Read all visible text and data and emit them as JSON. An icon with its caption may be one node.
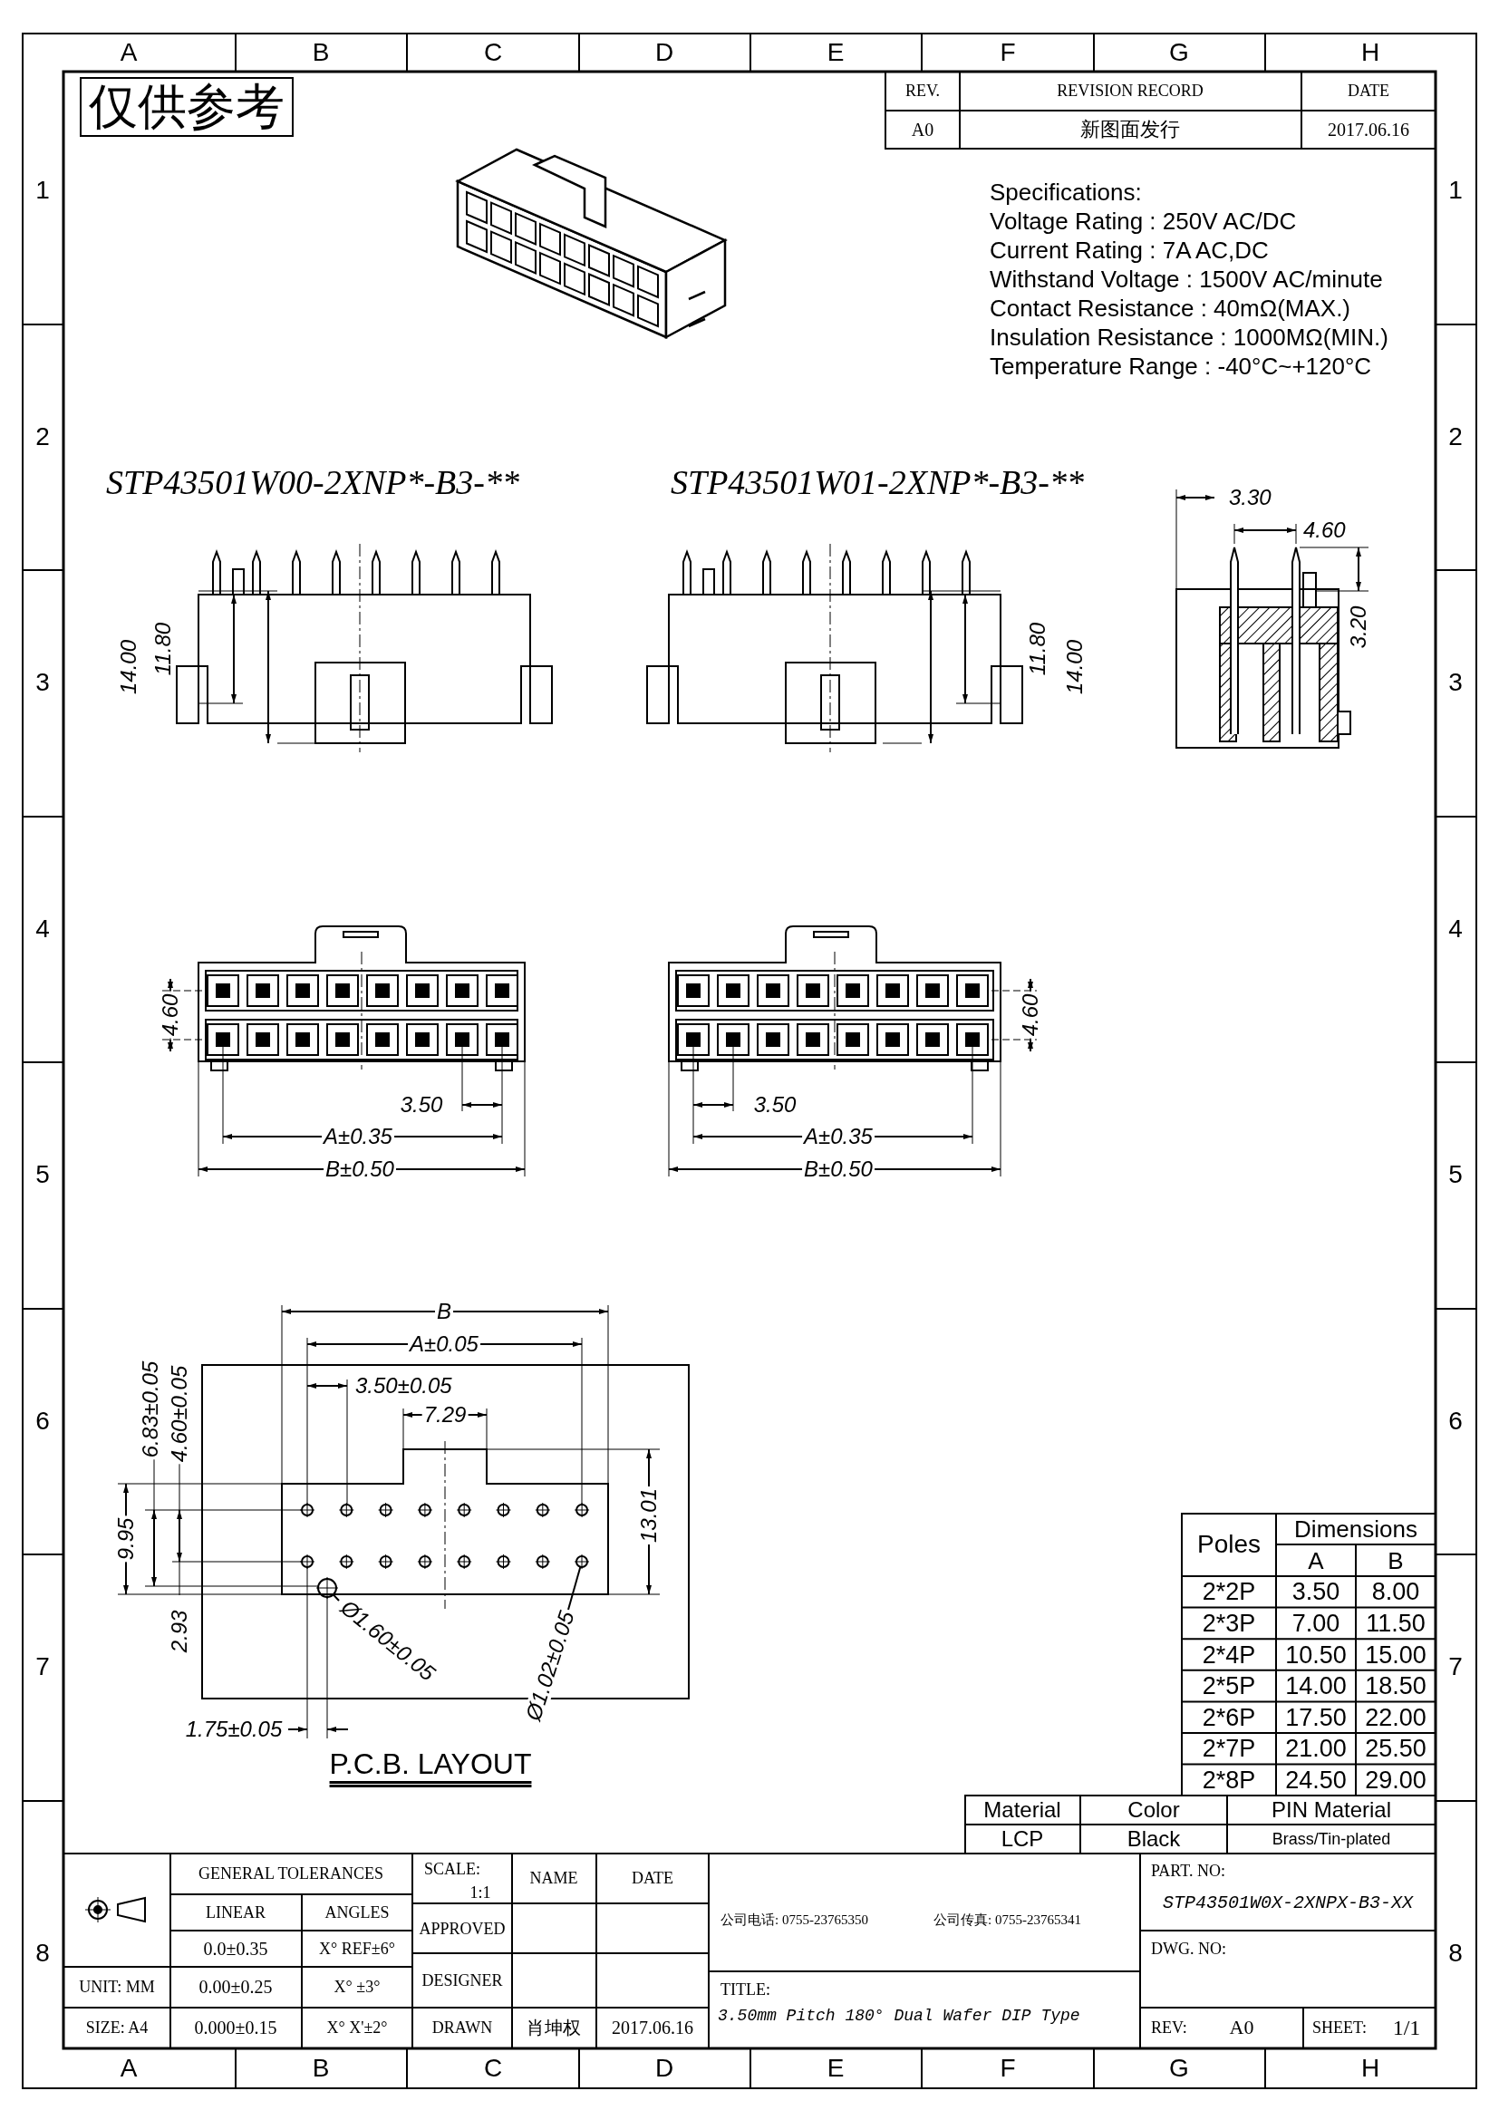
{
  "diagram": {
    "nodes": [
      {
        "text": [
          "Ø1.60±0.05"
        ]
      },
      {
        "text": [],
        "shape": "circle"
      },
      {
        "text": [
          "Ø1.02±0.05"
        ]
      },
      {
        "text": [],
        "shape": "circle"
      }
    ],
    "edges": [
      {
        "from": 0,
        "to": 1,
        "arrow": "none"
      },
      {
        "from": 2,
        "to": 3,
        "arrow": "none"
      }
    ],
    "labels": [
      "A",
      "B",
      "C",
      "D",
      "E",
      "F",
      "G",
      "H",
      "仅供参考",
      "REV.",
      "REVISION RECORD",
      "DATE",
      "A0",
      "新图面发行",
      "2017.06.16",
      "Specifications:",
      "Voltage Rating : 250V AC/DC",
      "Current Rating : 7A AC,DC",
      "Withstand Voltage : 1500V AC/minute",
      "Contact Resistance : 40mΩ(MAX.)",
      "Insulation Resistance : 1000MΩ(MIN.)",
      "Temperature Range : -40°C~+120°C",
      "STP43501W00-2XNP*-B3-**",
      "STP43501W01-2XNP*-B3-**",
      "3.30",
      "4.60",
      "14.00",
      "11.80",
      "11.80",
      "14.00",
      "3.20",
      "4.60",
      "4.60",
      "3.50",
      "3.50",
      "A±0.35",
      "A±0.35",
      "B±0.50",
      "B±0.50",
      "B",
      "A±0.05",
      "6.83±0.05",
      "4.60±0.05",
      "3.50±0.05",
      "7.29",
      "9.95",
      "13.01",
      "2.93",
      "1.75±0.05",
      "P.C.B. LAYOUT",
      "Poles",
      "Dimensions",
      "A",
      "B",
      "2*2P",
      "3.50",
      "8.00",
      "2*3P",
      "7.00",
      "11.50",
      "2*4P",
      "10.50",
      "15.00",
      "2*5P",
      "14.00",
      "18.50",
      "2*6P",
      "17.50",
      "22.00",
      "2*7P",
      "21.00",
      "25.50",
      "2*8P",
      "24.50",
      "29.00",
      "Material",
      "Color",
      "PIN Material",
      "LCP",
      "Black",
      "Brass/Tin-plated",
      "GENERAL TOLERANCES",
      "SCALE:",
      "1:1",
      "NAME",
      "DATE",
      "PART. NO:",
      "LINEAR",
      "ANGLES",
      "APPROVED",
      "STP43501W0X-2XNPX-B3-XX",
      "0.0±0.35",
      "X° REF±6°",
      "公司电话: 0755-23765350",
      "公司传真: 0755-23765341",
      "DWG. NO:",
      "UNIT: MM",
      "0.00±0.25",
      "X° ±3°",
      "DESIGNER",
      "TITLE:",
      "SIZE: A4",
      "0.000±0.15",
      "X° X'±2°",
      "DRAWN",
      "肖坤权",
      "2017.06.16",
      "3.50mm Pitch 180° Dual Wafer DIP Type",
      "REV:",
      "A0",
      "SHEET:",
      "1/1",
      "A",
      "B",
      "C",
      "D",
      "E",
      "F",
      "G",
      "H",
      "1",
      "2",
      "3",
      "4",
      "5",
      "6",
      "7",
      "8",
      "1",
      "2",
      "3",
      "4",
      "5",
      "6",
      "7",
      "8"
    ]
  }
}
